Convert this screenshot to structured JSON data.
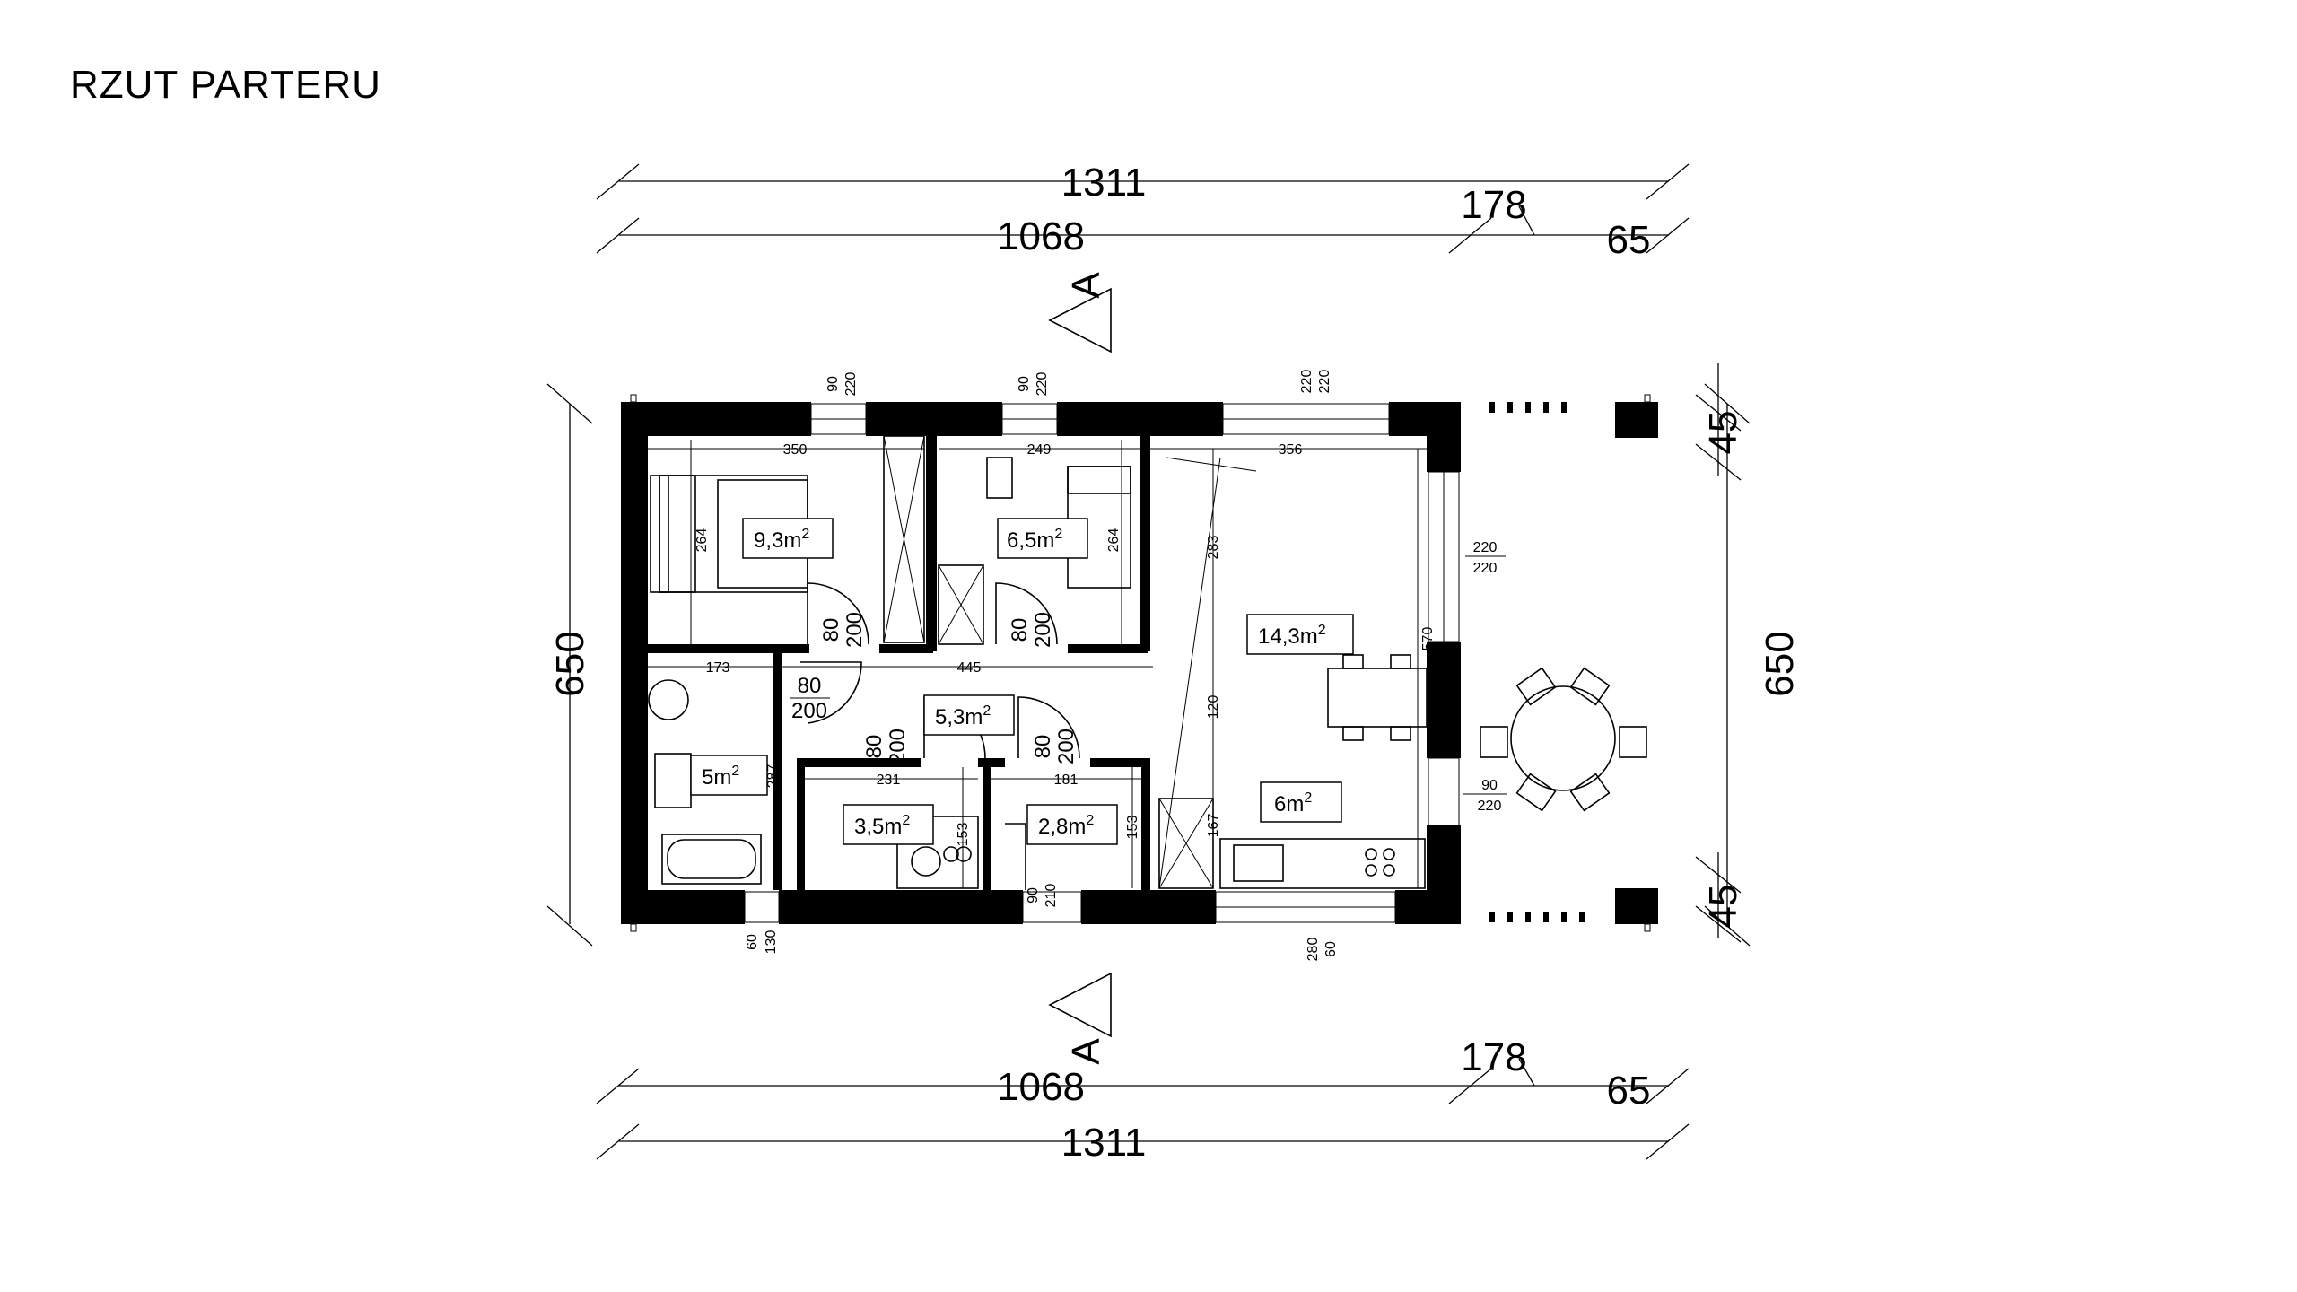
{
  "title": "RZUT PARTERU",
  "section_marker": "A",
  "dimensions": {
    "overall_length": "1311",
    "inner_length": "1068",
    "terrace_length": "178",
    "overhang": "65",
    "width_left": "650",
    "width_right": "650",
    "gap_top": "45",
    "gap_bottom": "45"
  },
  "rooms": [
    {
      "id": "bedroom-1",
      "area": "9,3",
      "unit": "m",
      "sup": "2"
    },
    {
      "id": "bedroom-2",
      "area": "6,5",
      "unit": "m",
      "sup": "2"
    },
    {
      "id": "living-room",
      "area": "14,3",
      "unit": "m",
      "sup": "2"
    },
    {
      "id": "hall",
      "area": "5,3",
      "unit": "m",
      "sup": "2"
    },
    {
      "id": "bathroom",
      "area": "5",
      "unit": "m",
      "sup": "2"
    },
    {
      "id": "utility",
      "area": "3,5",
      "unit": "m",
      "sup": "2"
    },
    {
      "id": "storage",
      "area": "2,8",
      "unit": "m",
      "sup": "2"
    },
    {
      "id": "kitchen",
      "area": "6",
      "unit": "m",
      "sup": "2"
    }
  ],
  "inner_dims": {
    "b1_width": "350",
    "b1_depth": "264",
    "b2_width": "249",
    "b2_depth": "264",
    "living_width": "356",
    "living_depth": "570",
    "hall_length": "445",
    "bath_width": "173",
    "bath_depth": "287",
    "utility_width": "231",
    "utility_depth": "153",
    "storage_width": "181",
    "storage_depth": "153",
    "stair_283": "283",
    "stair_120": "120",
    "stair_167": "167"
  },
  "openings": {
    "win_b1": [
      "90",
      "220"
    ],
    "win_b2": [
      "90",
      "220"
    ],
    "win_living_top": [
      "220",
      "220"
    ],
    "win_living_side": [
      "220",
      "220"
    ],
    "door_terrace": [
      "90",
      "220"
    ],
    "win_bath": [
      "60",
      "130"
    ],
    "entry_door": [
      "90",
      "210"
    ],
    "win_kitchen": [
      "280",
      "60"
    ],
    "door_b1": [
      "80",
      "200"
    ],
    "door_b2": [
      "80",
      "200"
    ],
    "door_bath": [
      "80",
      "200"
    ],
    "door_utility": [
      "80",
      "200"
    ],
    "door_storage": [
      "80",
      "200"
    ]
  }
}
